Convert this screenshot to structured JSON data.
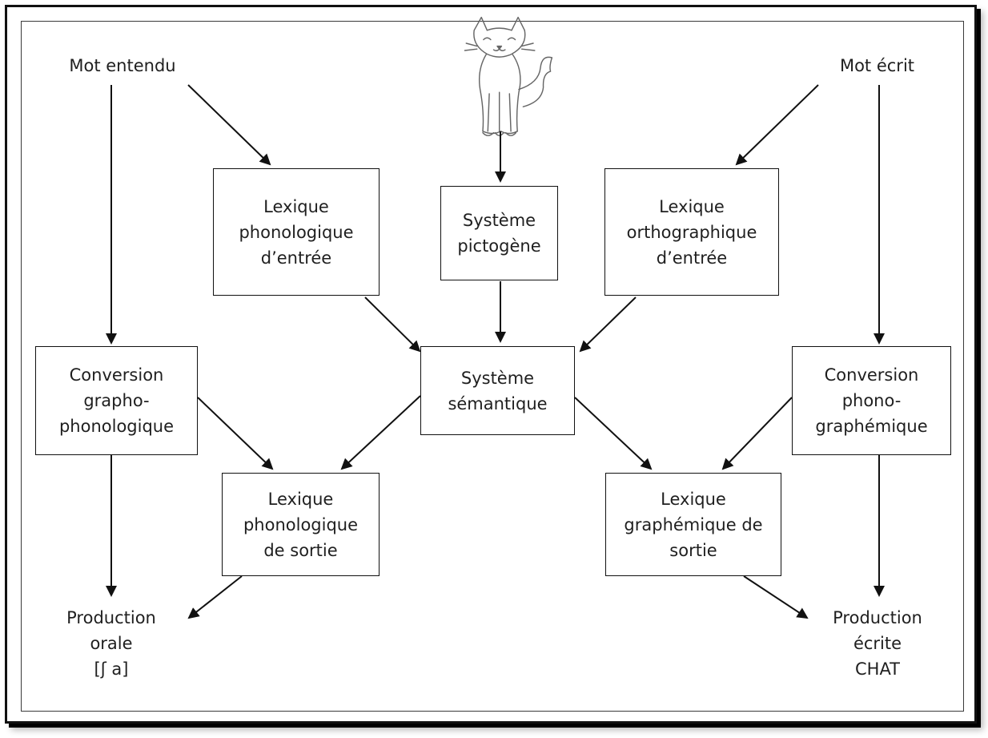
{
  "diagram": {
    "nodes": {
      "mot_entendu": "Mot entendu",
      "mot_ecrit": "Mot écrit",
      "lexique_phonologique_entree": "Lexique\nphonologique\nd’entrée",
      "systeme_pictogene": "Système\npictogène",
      "lexique_orthographique_entree": "Lexique\northographique\nd’entrée",
      "conversion_grapho_phonologique": "Conversion\ngrapho-\nphonologique",
      "systeme_semantique": "Système\nsémantique",
      "conversion_phono_graphemique": "Conversion\nphono-\ngraphémique",
      "lexique_phonologique_sortie": "Lexique\nphonologique\nde sortie",
      "lexique_graphemique_sortie": "Lexique\ngraphémique de\nsortie",
      "production_orale": "Production\norale\n[ʃ a]",
      "production_ecrite": "Production\nécrite\nCHAT"
    },
    "edges": [
      {
        "from": "Mot entendu",
        "to": "Lexique phonologique d’entrée"
      },
      {
        "from": "Mot entendu",
        "to": "Conversion grapho-phonologique"
      },
      {
        "from": "Mot écrit",
        "to": "Lexique orthographique d’entrée"
      },
      {
        "from": "Mot écrit",
        "to": "Conversion phono-graphémique"
      },
      {
        "from": "cat image",
        "to": "Système pictogène"
      },
      {
        "from": "Lexique phonologique d’entrée",
        "to": "Système sémantique"
      },
      {
        "from": "Système pictogène",
        "to": "Système sémantique"
      },
      {
        "from": "Lexique orthographique d’entrée",
        "to": "Système sémantique"
      },
      {
        "from": "Conversion grapho-phonologique",
        "to": "Lexique phonologique de sortie"
      },
      {
        "from": "Système sémantique",
        "to": "Lexique phonologique de sortie"
      },
      {
        "from": "Système sémantique",
        "to": "Lexique graphémique de sortie"
      },
      {
        "from": "Conversion phono-graphémique",
        "to": "Lexique graphémique de sortie"
      },
      {
        "from": "Conversion grapho-phonologique",
        "to": "Production orale"
      },
      {
        "from": "Lexique phonologique de sortie",
        "to": "Production orale"
      },
      {
        "from": "Lexique graphémique de sortie",
        "to": "Production écrite"
      },
      {
        "from": "Conversion phono-graphémique",
        "to": "Production écrite"
      }
    ],
    "image_icon": "cat-icon"
  }
}
